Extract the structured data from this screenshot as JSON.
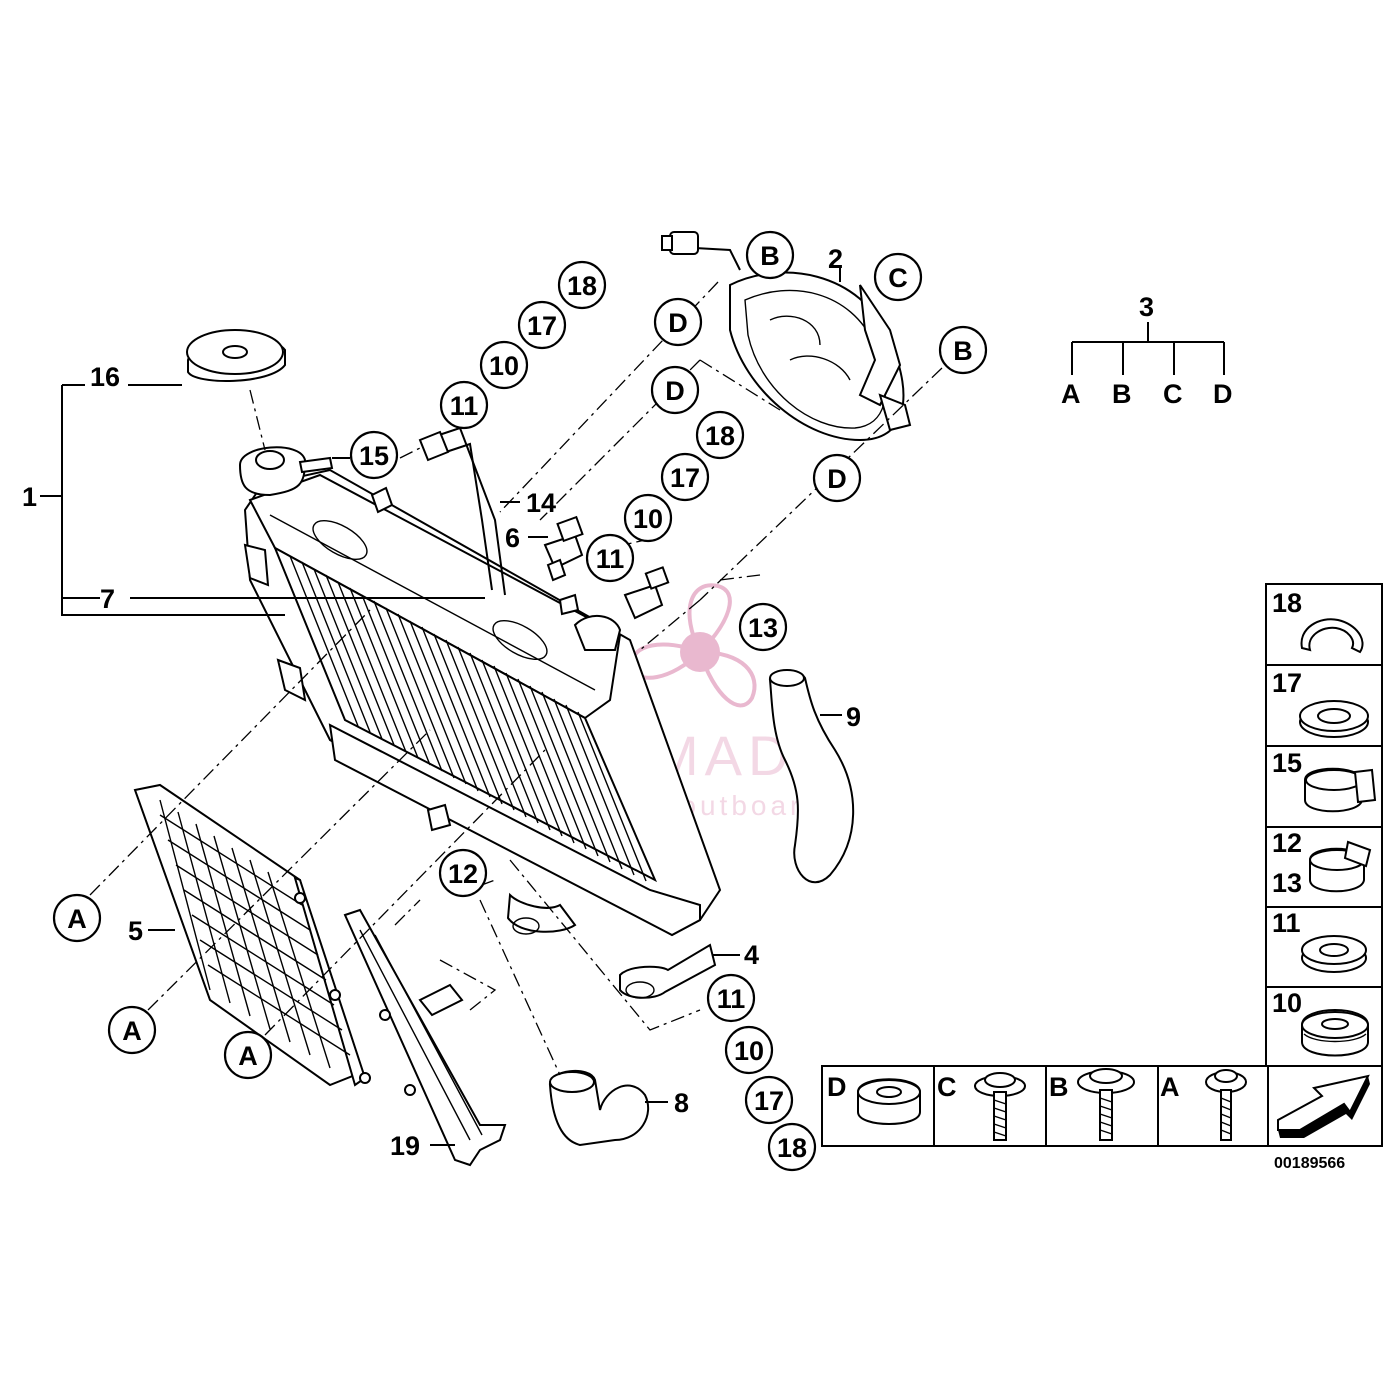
{
  "drawing_number": "00189566",
  "watermark": {
    "brand": "ARMADA",
    "tagline": "marine outboards",
    "logo_icon": "propeller-logo-icon",
    "color": "#e9b8cf"
  },
  "part_labels": {
    "p1": "1",
    "p2": "2",
    "p3": "3",
    "p4": "4",
    "p5": "5",
    "p6": "6",
    "p7": "7",
    "p8": "8",
    "p9": "9",
    "p14": "14",
    "p16": "16",
    "p19": "19"
  },
  "bubbles": {
    "b18a": "18",
    "b17a": "17",
    "b10a": "10",
    "b11a": "11",
    "b15": "15",
    "b18b": "18",
    "b17b": "17",
    "b10b": "10",
    "b11b": "11",
    "b13": "13",
    "b12": "12",
    "b11c": "11",
    "b10c": "10",
    "b17c": "17",
    "b18c": "18",
    "bB1": "B",
    "bC1": "C",
    "bD1": "D",
    "bD2": "D",
    "bB2": "B",
    "bD3": "D",
    "bA1": "A",
    "bA2": "A",
    "bA3": "A"
  },
  "group_tree": {
    "root": "3",
    "children": [
      "A",
      "B",
      "C",
      "D"
    ]
  },
  "legend_column": [
    "18",
    "17",
    "15",
    "12",
    "13",
    "11",
    "10"
  ],
  "legend_row": [
    "D",
    "C",
    "B",
    "A"
  ]
}
